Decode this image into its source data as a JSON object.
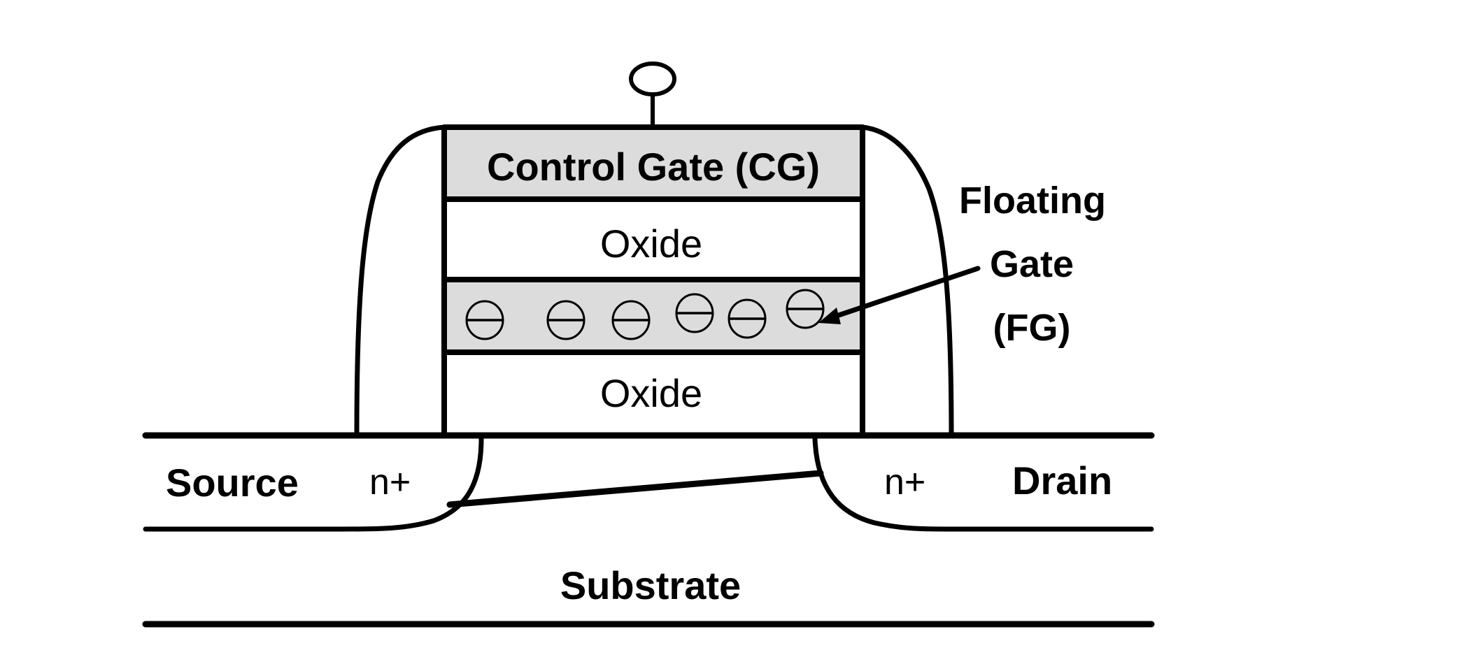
{
  "diagram": {
    "title": "Floating-gate transistor cross-section",
    "labels": {
      "control_gate": "Control Gate (CG)",
      "oxide_upper": "Oxide",
      "oxide_lower": "Oxide",
      "floating_gate_line1": "Floating",
      "floating_gate_line2": "Gate",
      "floating_gate_line3": "(FG)",
      "source": "Source",
      "drain": "Drain",
      "source_doping": "n+",
      "drain_doping": "n+",
      "substrate": "Substrate"
    },
    "electron_count": 6,
    "electron_symbol": "⊖",
    "colors": {
      "gate_fill": "#dcdcdc",
      "line": "#000000",
      "background": "#ffffff"
    }
  }
}
